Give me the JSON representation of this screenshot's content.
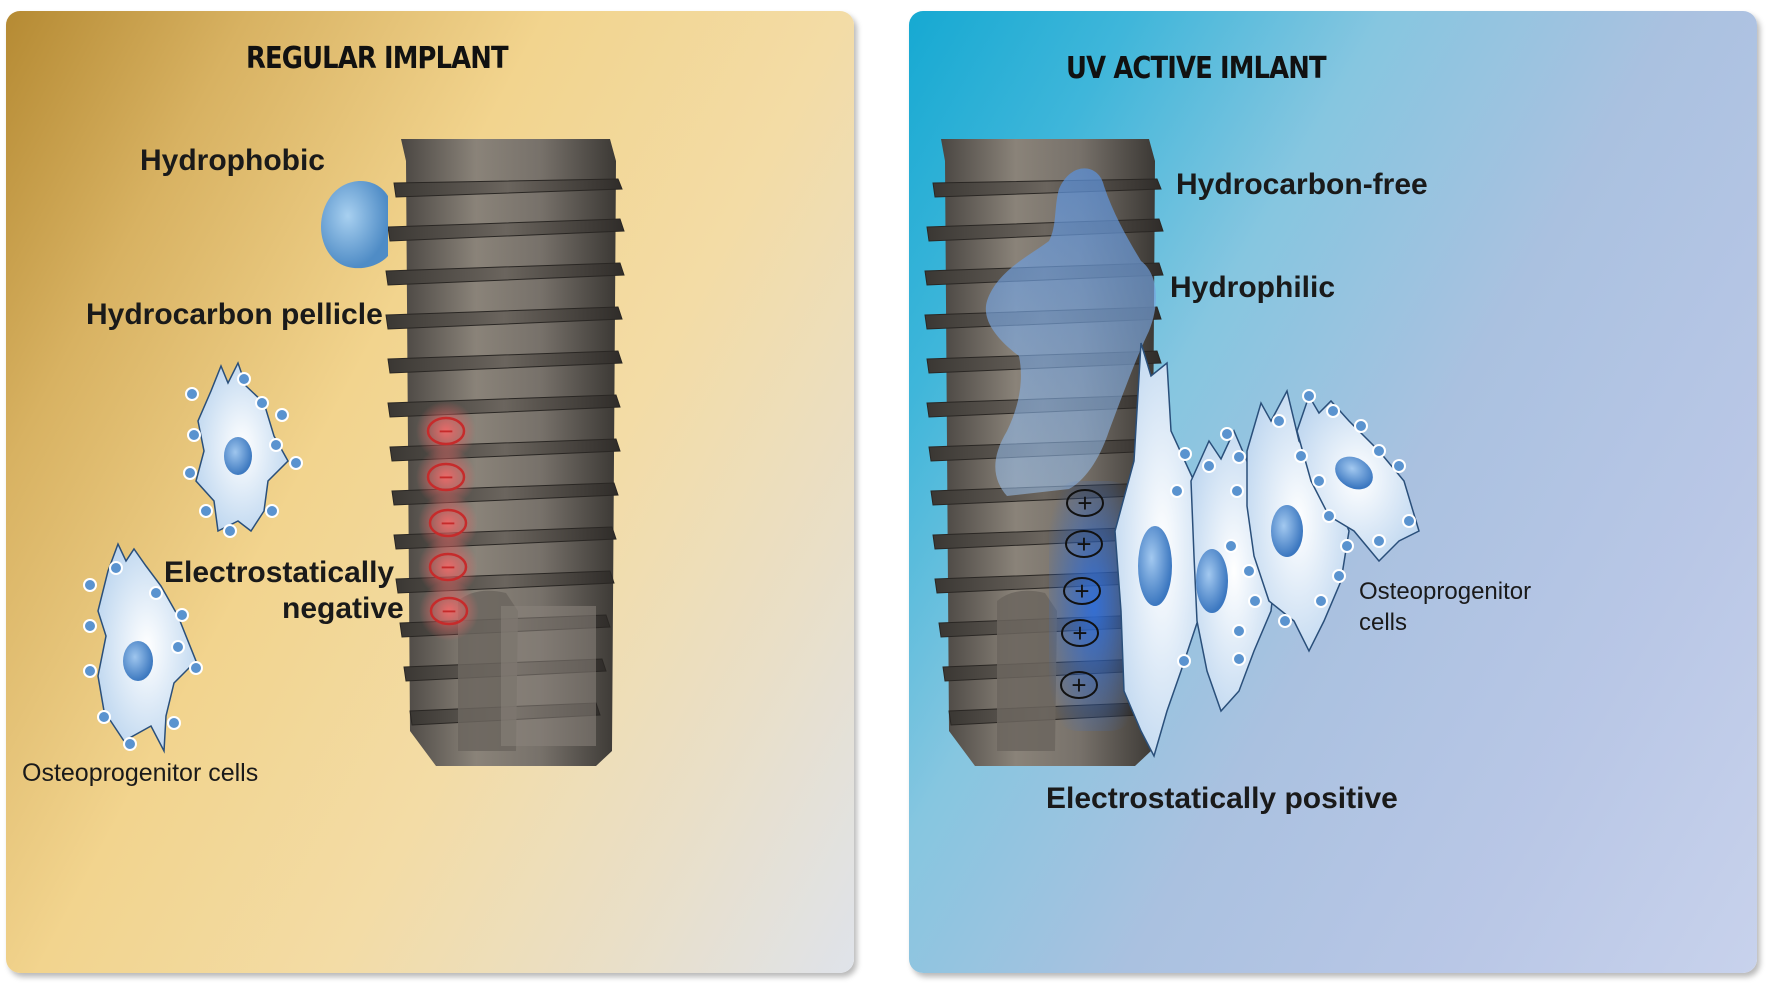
{
  "left_panel": {
    "title": "REGULAR IMPLANT",
    "labels": {
      "hydrophobic": "Hydrophobic",
      "pellicle": "Hydrocarbon pellicle",
      "electro_line1": "Electrostatically",
      "electro_line2": "negative",
      "cells": "Osteoprogenitor cells"
    },
    "charge_symbol": "−",
    "colors": {
      "charge": "#d23a3a",
      "droplet": "#6aa6d8"
    }
  },
  "right_panel": {
    "title": "UV ACTIVE IMLANT",
    "labels": {
      "hydrocarbon_free": "Hydrocarbon-free",
      "hydrophilic": "Hydrophilic",
      "cells_line1": "Osteoprogenitor",
      "cells_line2": "cells",
      "electro_positive": "Electrostatically positive"
    },
    "charge_symbol": "+",
    "colors": {
      "charge": "#1a1a1a",
      "glow": "#2f6fd6"
    }
  }
}
